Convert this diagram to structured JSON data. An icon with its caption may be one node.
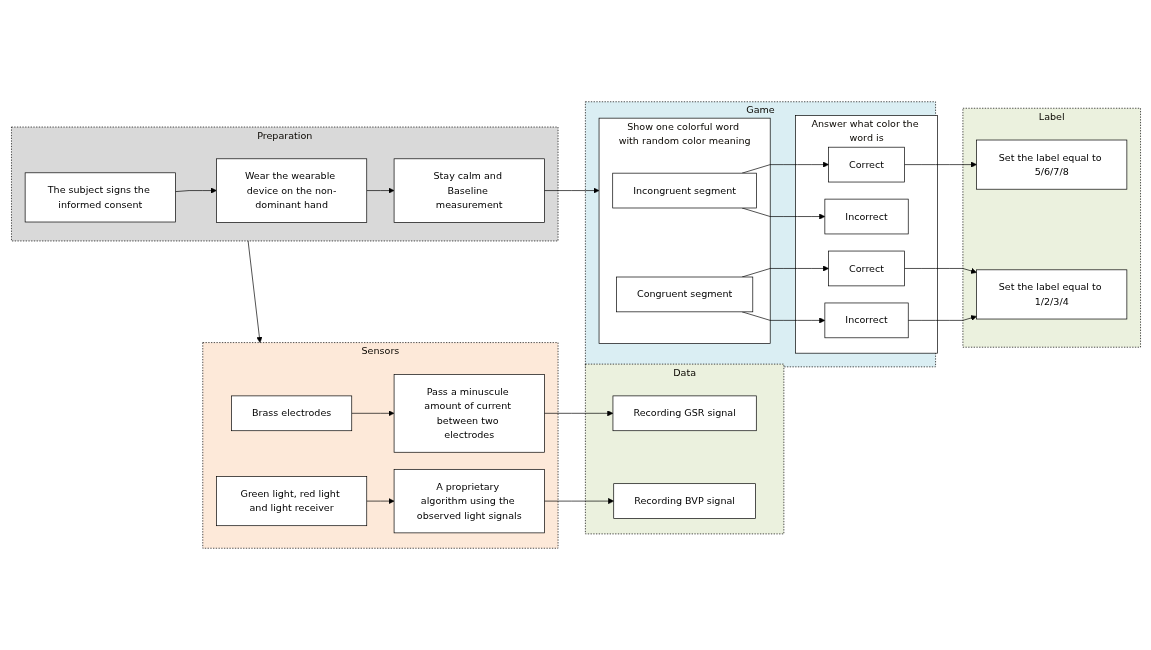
{
  "diagram": {
    "nodes": [
      {
        "text": [
          "Preparation"
        ]
      },
      {
        "text": [
          "The subject signs the informed consent"
        ],
        "in": 0
      },
      {
        "text": [
          "Wear the wearable device on the non-dominant hand"
        ],
        "in": 0
      },
      {
        "text": [
          "Stay calm and Baseline measurement"
        ],
        "in": 0
      },
      {
        "text": [
          "Sensors"
        ]
      },
      {
        "text": [
          "Brass electrodes"
        ],
        "in": 4
      },
      {
        "text": [
          "Pass a minuscule amount of current between two electrodes"
        ],
        "in": 4
      },
      {
        "text": [
          "Green light, red light and light receiver"
        ],
        "in": 4
      },
      {
        "text": [
          "A proprietary algorithm using the observed light signals"
        ],
        "in": 4
      },
      {
        "text": [
          "Data"
        ]
      },
      {
        "text": [
          "Recording GSR signal"
        ],
        "in": 9
      },
      {
        "text": [
          "Recording BVP signal"
        ],
        "in": 9
      },
      {
        "text": [
          "Game"
        ]
      },
      {
        "text": [
          "Show one colorful word with random color meaning"
        ],
        "in": 12
      },
      {
        "text": [
          "Incongruent segment"
        ],
        "in": 13
      },
      {
        "text": [
          "Congruent segment"
        ],
        "in": 13
      },
      {
        "text": [
          "Answer what color the word is"
        ],
        "in": 12
      },
      {
        "text": [
          "Correct"
        ],
        "in": 16
      },
      {
        "text": [
          "Incorrect"
        ],
        "in": 16
      },
      {
        "text": [
          "Correct"
        ],
        "in": 16
      },
      {
        "text": [
          "Incorrect"
        ],
        "in": 16
      },
      {
        "text": [
          "Label"
        ]
      },
      {
        "text": [
          "Set the label equal to 5/6/7/8"
        ],
        "in": 21
      },
      {
        "text": [
          "Set the label equal to 1/2/3/4"
        ],
        "in": 21
      }
    ],
    "edges": [
      {
        "from": 1,
        "to": 2,
        "arrow": "to"
      },
      {
        "from": 2,
        "to": 3,
        "arrow": "to"
      },
      {
        "from": 0,
        "to": 4,
        "arrow": "to"
      },
      {
        "from": 5,
        "to": 6,
        "arrow": "to"
      },
      {
        "from": 6,
        "to": 10,
        "arrow": "to"
      },
      {
        "from": 7,
        "to": 8,
        "arrow": "to"
      },
      {
        "from": 8,
        "to": 11,
        "arrow": "to"
      },
      {
        "from": 3,
        "to": 13,
        "arrow": "to"
      },
      {
        "from": 14,
        "to": 17,
        "arrow": "to"
      },
      {
        "from": 14,
        "to": 18,
        "arrow": "to"
      },
      {
        "from": 15,
        "to": 19,
        "arrow": "to"
      },
      {
        "from": 15,
        "to": 20,
        "arrow": "to"
      },
      {
        "from": 17,
        "to": 22,
        "arrow": "to"
      },
      {
        "from": 19,
        "to": 23,
        "arrow": "to"
      },
      {
        "from": 20,
        "to": 23,
        "arrow": "to"
      }
    ]
  }
}
